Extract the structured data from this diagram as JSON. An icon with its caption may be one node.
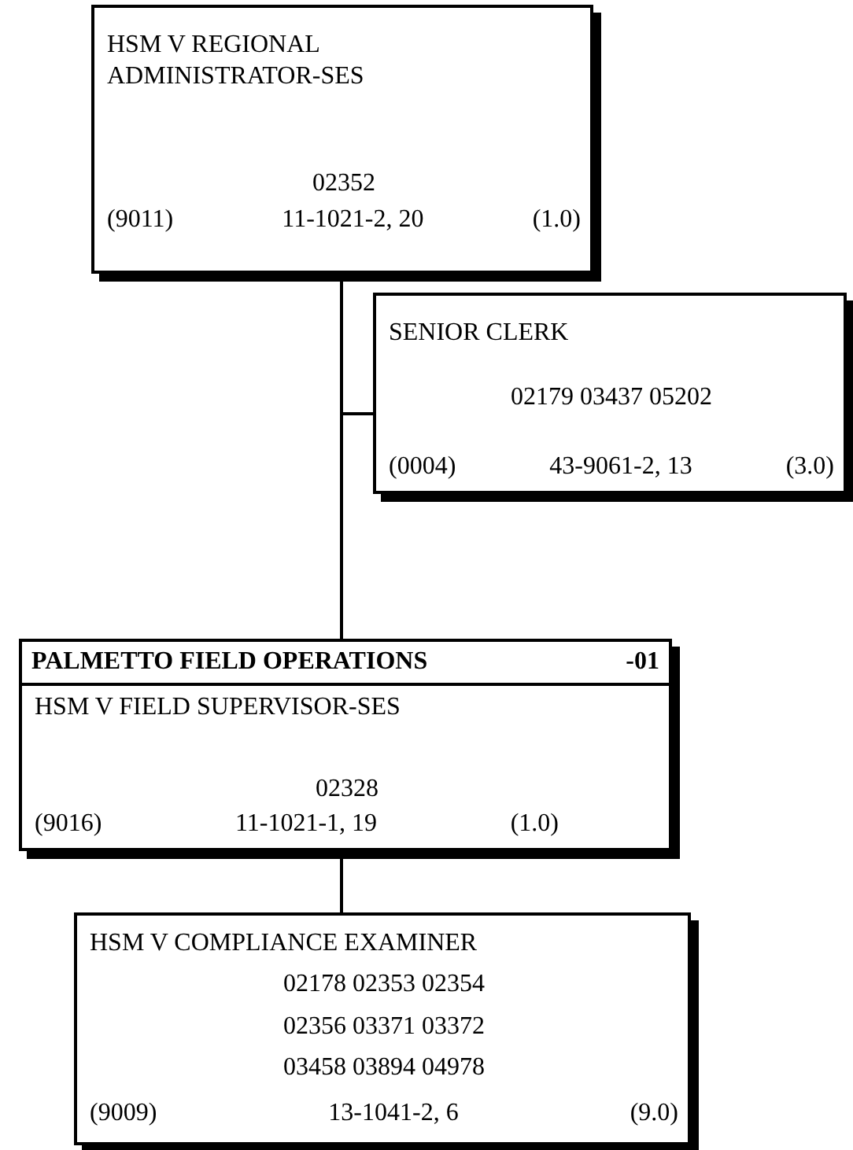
{
  "diagram": {
    "nodes": [
      {
        "text": [
          "HSM V REGIONAL ADMINISTRATOR-SES",
          "02352",
          "(9011)",
          "11-1021-2, 20",
          "(1.0)"
        ]
      },
      {
        "text": [
          "SENIOR CLERK",
          "02179 03437 05202",
          "(0004)",
          "43-9061-2, 13",
          "(3.0)"
        ]
      },
      {
        "text": [
          "PALMETTO FIELD OPERATIONS",
          "-01",
          "HSM V FIELD SUPERVISOR-SES",
          "02328",
          "(9016)",
          "11-1021-1, 19",
          "(1.0)"
        ]
      },
      {
        "text": [
          "HSM V COMPLIANCE EXAMINER",
          "02178 02353 02354",
          "02356 03371 03372",
          "03458 03894 04978",
          "(9009)",
          "13-1041-2, 6",
          "(9.0)"
        ]
      }
    ],
    "edges": [
      {
        "from": 0,
        "to": 1,
        "arrow": "none"
      },
      {
        "from": 0,
        "to": 2,
        "arrow": "none"
      },
      {
        "from": 2,
        "to": 3,
        "arrow": "none"
      }
    ]
  }
}
